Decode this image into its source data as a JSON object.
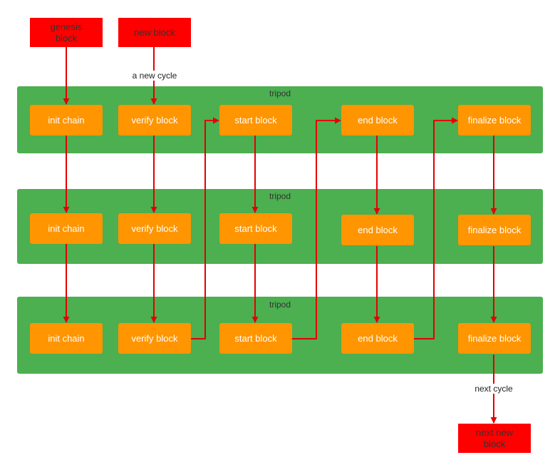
{
  "colors": {
    "panel": "#4caf50",
    "node": "#ff9500",
    "terminal": "#ff0000",
    "arrow": "#e60000"
  },
  "top": {
    "genesis_line1": "genesis",
    "genesis_line2": "block",
    "new_block": "new block",
    "new_cycle_label": "a new cycle"
  },
  "panels": [
    {
      "title": "tripod",
      "nodes": [
        "init chain",
        "verify block",
        "start block",
        "end block",
        "finalize block"
      ]
    },
    {
      "title": "tripod",
      "nodes": [
        "init chain",
        "verify block",
        "start block",
        "end block",
        "finalize block"
      ]
    },
    {
      "title": "tripod",
      "nodes": [
        "init chain",
        "verify block",
        "start block",
        "end block",
        "finalize block"
      ]
    }
  ],
  "bottom": {
    "next_cycle_label": "next cycle",
    "next_line1": "next new",
    "next_line2": "block"
  }
}
